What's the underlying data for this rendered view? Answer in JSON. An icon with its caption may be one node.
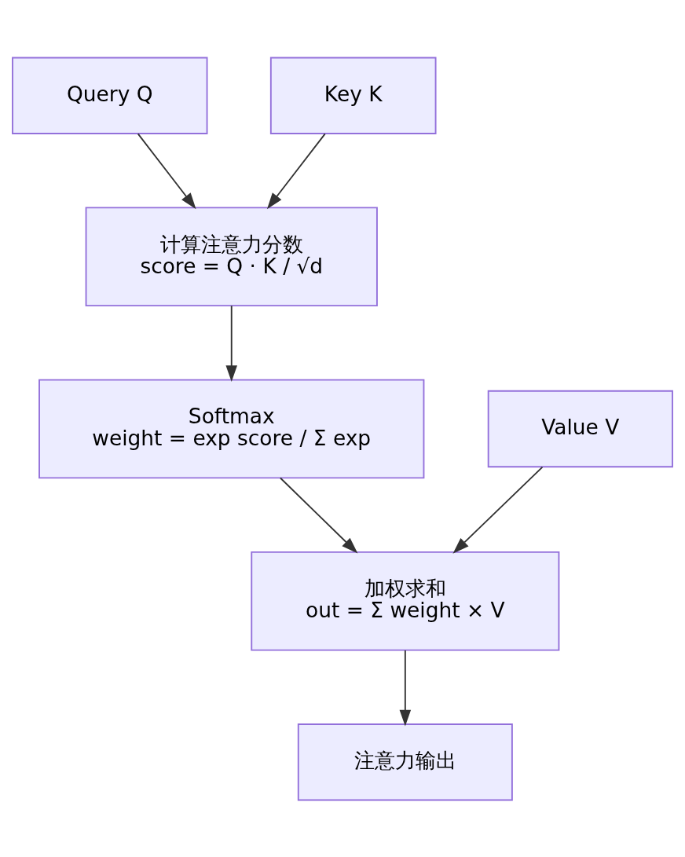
{
  "diagram": {
    "nodes": [
      {
        "text": [
          "Query Q"
        ]
      },
      {
        "text": [
          "Key K"
        ]
      },
      {
        "text": [
          "计算注意力分数",
          "score = Q · K / √d"
        ]
      },
      {
        "text": [
          "Softmax",
          "weight = exp score / Σ exp"
        ]
      },
      {
        "text": [
          "Value V"
        ]
      },
      {
        "text": [
          "加权求和",
          "out = Σ weight × V"
        ]
      },
      {
        "text": [
          "注意力输出"
        ]
      }
    ],
    "edges": [
      {
        "from": 0,
        "to": 2,
        "arrow": "to"
      },
      {
        "from": 1,
        "to": 2,
        "arrow": "to"
      },
      {
        "from": 2,
        "to": 3,
        "arrow": "to"
      },
      {
        "from": 3,
        "to": 5,
        "arrow": "to"
      },
      {
        "from": 4,
        "to": 5,
        "arrow": "to"
      },
      {
        "from": 5,
        "to": 6,
        "arrow": "to"
      }
    ]
  }
}
